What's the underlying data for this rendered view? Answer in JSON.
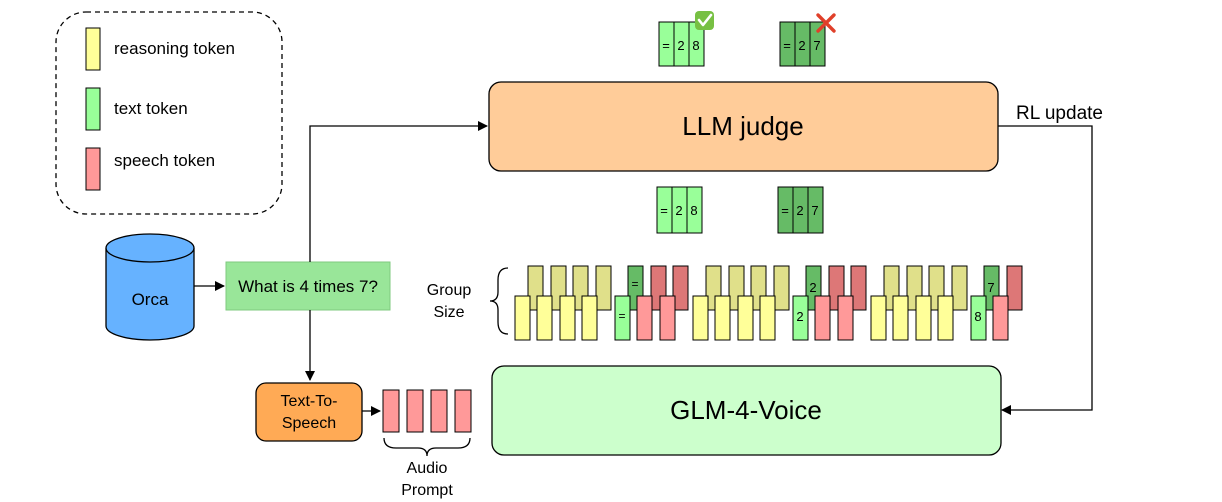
{
  "legend": {
    "items": [
      {
        "label": "reasoning token",
        "color": "#ffff99"
      },
      {
        "label": "text token",
        "color": "#99ff99"
      },
      {
        "label": "speech token",
        "color": "#ff9999"
      }
    ]
  },
  "nodes": {
    "orca": "Orca",
    "question": "What is 4 times 7?",
    "tts_line1": "Text-To-",
    "tts_line2": "Speech",
    "audio_prompt_line1": "Audio",
    "audio_prompt_line2": "Prompt",
    "llm_judge": "LLM judge",
    "glm": "GLM-4-Voice",
    "rl_update": "RL update",
    "group_size_line1": "Group",
    "group_size_line2": "Size"
  },
  "answers": {
    "correct": [
      "=",
      "2",
      "8"
    ],
    "wrong": [
      "=",
      "2",
      "7"
    ],
    "correct_mark": "✅",
    "wrong_mark": "❌"
  },
  "group_labels": {
    "eq": "=",
    "two": "2",
    "seven": "7",
    "eight": "8"
  },
  "colors": {
    "reasoning": "#ffff99",
    "reasoning_dim": "#e0e08a",
    "text": "#99ff99",
    "text_dark": "#66bb66",
    "speech": "#ff9999",
    "speech_dim": "#dd7777",
    "llm_judge_fill": "#ffcc99",
    "glm_fill": "#ccffcc",
    "orca_fill": "#66b2ff",
    "question_fill": "#99e699",
    "tts_fill": "#ffaa55"
  }
}
